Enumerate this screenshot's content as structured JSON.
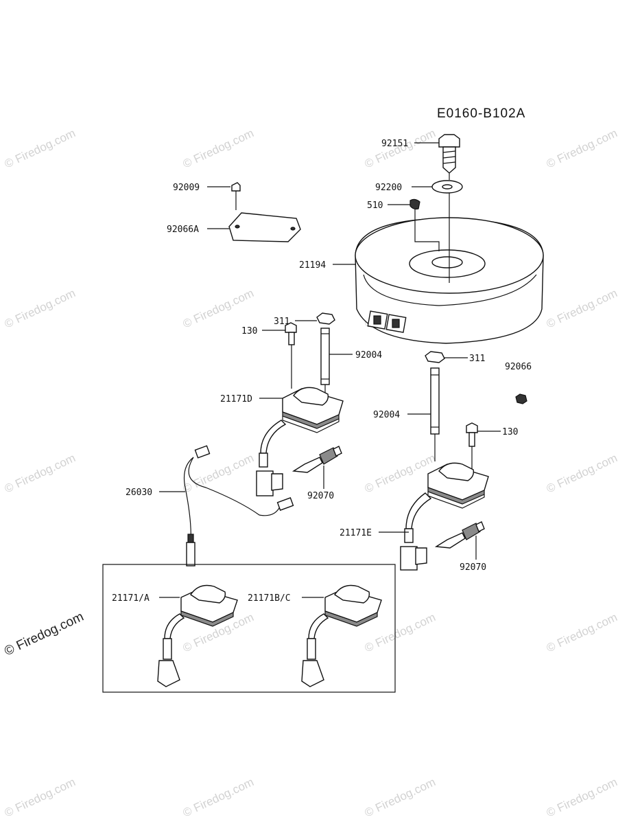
{
  "diagram": {
    "code": "E0160-B102A",
    "watermark": "© Firedog.com",
    "labels": {
      "p92151": "92151",
      "p92200": "92200",
      "p510": "510",
      "p92009": "92009",
      "p92066A": "92066A",
      "p21194": "21194",
      "p311_left": "311",
      "p130_left": "130",
      "p92004_left": "92004",
      "p311_right": "311",
      "p92066": "92066",
      "p21171D": "21171D",
      "p92004_right": "92004",
      "p130_right": "130",
      "p26030": "26030",
      "p92070_left": "92070",
      "p21171E": "21171E",
      "p92070_right": "92070",
      "p21171A": "21171/A",
      "p21171BC": "21171B/C"
    }
  }
}
